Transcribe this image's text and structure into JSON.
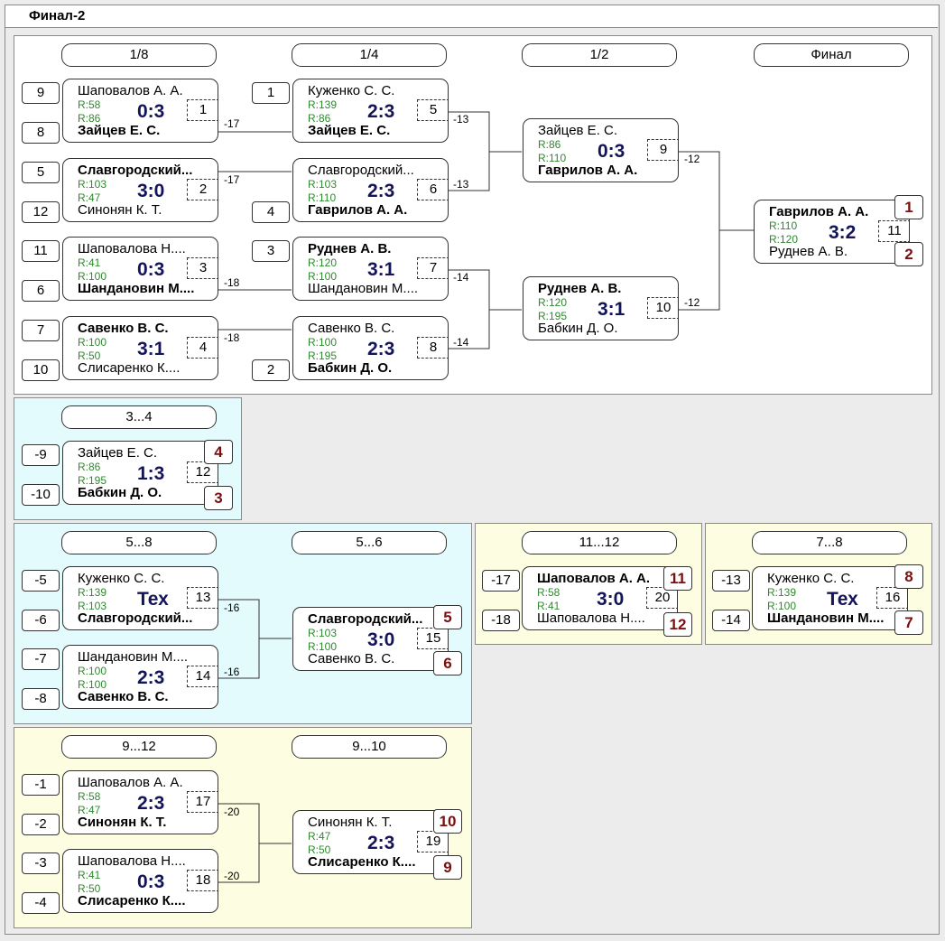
{
  "title": "Финал-2",
  "headers": {
    "r16": "1/8",
    "qf": "1/4",
    "sf": "1/2",
    "final": "Финал",
    "p34": "3...4",
    "p58": "5...8",
    "p56": "5...6",
    "p1112": "11...12",
    "p78": "7...8",
    "p912": "9...12",
    "p910": "9...10"
  },
  "seeds": {
    "m1a": "9",
    "m1b": "8",
    "m2a": "5",
    "m2b": "12",
    "m3a": "11",
    "m3b": "6",
    "m4a": "7",
    "m4b": "10",
    "m5a": "1",
    "m6b": "4",
    "m7a": "3",
    "m8b": "2",
    "m12a": "-9",
    "m12b": "-10",
    "m13a": "-5",
    "m13b": "-6",
    "m14a": "-7",
    "m14b": "-8",
    "m20a": "-17",
    "m20b": "-18",
    "m16a": "-13",
    "m16b": "-14",
    "m17a": "-1",
    "m17b": "-2",
    "m18a": "-3",
    "m18b": "-4"
  },
  "losers": {
    "m1": "-17",
    "m2": "-17",
    "m3": "-18",
    "m4": "-18",
    "m5": "-13",
    "m6": "-13",
    "m7": "-14",
    "m8": "-14",
    "m9": "-12",
    "m10": "-12",
    "m13": "-16",
    "m14": "-16",
    "m17": "-20",
    "m18": "-20"
  },
  "matches": {
    "m1": {
      "p1": "Шаповалов А. А.",
      "r1": "R:58",
      "p2": "Зайцев Е. С.",
      "r2": "R:86",
      "score": "0:3",
      "num": "1"
    },
    "m2": {
      "p1": "Славгородский...",
      "r1": "R:103",
      "p2": "Синонян К. Т.",
      "r2": "R:47",
      "score": "3:0",
      "num": "2"
    },
    "m3": {
      "p1": "Шаповалова Н....",
      "r1": "R:41",
      "p2": "Шандановин М....",
      "r2": "R:100",
      "score": "0:3",
      "num": "3"
    },
    "m4": {
      "p1": "Савенко В. С.",
      "r1": "R:100",
      "p2": "Слисаренко К....",
      "r2": "R:50",
      "score": "3:1",
      "num": "4"
    },
    "m5": {
      "p1": "Куженко С. С.",
      "r1": "R:139",
      "p2": "Зайцев Е. С.",
      "r2": "R:86",
      "score": "2:3",
      "num": "5"
    },
    "m6": {
      "p1": "Славгородский...",
      "r1": "R:103",
      "p2": "Гаврилов А. А.",
      "r2": "R:110",
      "score": "2:3",
      "num": "6"
    },
    "m7": {
      "p1": "Руднев А. В.",
      "r1": "R:120",
      "p2": "Шандановин М....",
      "r2": "R:100",
      "score": "3:1",
      "num": "7"
    },
    "m8": {
      "p1": "Савенко В. С.",
      "r1": "R:100",
      "p2": "Бабкин Д. О.",
      "r2": "R:195",
      "score": "2:3",
      "num": "8"
    },
    "m9": {
      "p1": "Зайцев Е. С.",
      "r1": "R:86",
      "p2": "Гаврилов А. А.",
      "r2": "R:110",
      "score": "0:3",
      "num": "9"
    },
    "m10": {
      "p1": "Руднев А. В.",
      "r1": "R:120",
      "p2": "Бабкин Д. О.",
      "r2": "R:195",
      "score": "3:1",
      "num": "10"
    },
    "m11": {
      "p1": "Гаврилов А. А.",
      "r1": "R:110",
      "p2": "Руднев А. В.",
      "r2": "R:120",
      "score": "3:2",
      "num": "11"
    },
    "m12": {
      "p1": "Зайцев Е. С.",
      "r1": "R:86",
      "p2": "Бабкин Д. О.",
      "r2": "R:195",
      "score": "1:3",
      "num": "12"
    },
    "m13": {
      "p1": "Куженко С. С.",
      "r1": "R:139",
      "p2": "Славгородский...",
      "r2": "R:103",
      "score": "Тех",
      "num": "13"
    },
    "m14": {
      "p1": "Шандановин М....",
      "r1": "R:100",
      "p2": "Савенко В. С.",
      "r2": "R:100",
      "score": "2:3",
      "num": "14"
    },
    "m15": {
      "p1": "Славгородский...",
      "r1": "R:103",
      "p2": "Савенко В. С.",
      "r2": "R:100",
      "score": "3:0",
      "num": "15"
    },
    "m20": {
      "p1": "Шаповалов А. А.",
      "r1": "R:58",
      "p2": "Шаповалова Н....",
      "r2": "R:41",
      "score": "3:0",
      "num": "20"
    },
    "m16": {
      "p1": "Куженко С. С.",
      "r1": "R:139",
      "p2": "Шандановин М....",
      "r2": "R:100",
      "score": "Тех",
      "num": "16"
    },
    "m17": {
      "p1": "Шаповалов А. А.",
      "r1": "R:58",
      "p2": "Синонян К. Т.",
      "r2": "R:47",
      "score": "2:3",
      "num": "17"
    },
    "m18": {
      "p1": "Шаповалова Н....",
      "r1": "R:41",
      "p2": "Слисаренко К....",
      "r2": "R:50",
      "score": "0:3",
      "num": "18"
    },
    "m19": {
      "p1": "Синонян К. Т.",
      "r1": "R:47",
      "p2": "Слисаренко К....",
      "r2": "R:50",
      "score": "2:3",
      "num": "19"
    }
  },
  "places": {
    "m11a": "1",
    "m11b": "2",
    "m12a": "4",
    "m12b": "3",
    "m15a": "5",
    "m15b": "6",
    "m20a": "11",
    "m20b": "12",
    "m16a": "8",
    "m16b": "7",
    "m19a": "10",
    "m19b": "9"
  },
  "colors": {
    "panel_main": "#ffffff",
    "panel_cyan": "#e3fbfc",
    "panel_yellow": "#fdfde2",
    "score": "#14145a",
    "rating": "#2f8a2f",
    "place": "#7a0f0f"
  }
}
